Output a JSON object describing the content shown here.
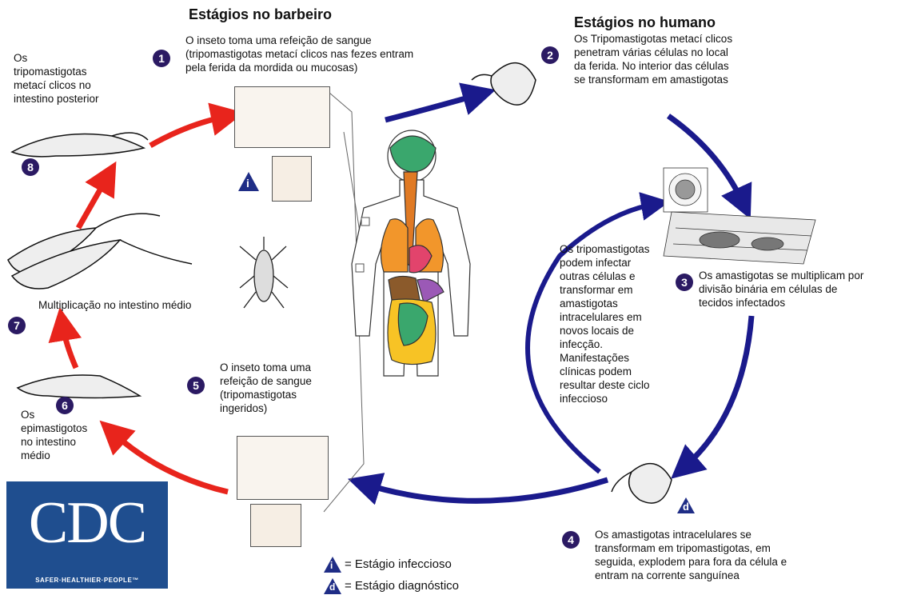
{
  "titles": {
    "vector": "Estágios no barbeiro",
    "human": "Estágios no humano"
  },
  "stages": [
    {
      "number": "1",
      "text": "O inseto toma uma refeição de sangue\n(tripomastigotas metací clicos nas fezes entram\npela ferida da mordida ou mucosas)"
    },
    {
      "number": "2",
      "text": "Os Tripomastigotas metací clicos\npenetram várias células no local\nda ferida. No interior das células\nse transformam em amastigotas"
    },
    {
      "number": "3",
      "text": "Os amastigotas se multiplicam por\ndivisão binária em células de\ntecidos infectados"
    },
    {
      "number": "4",
      "text": "Os amastigotas intracelulares se\ntransformam em tripomastigotas, em\nseguida, explodem para fora da célula e\nentram na corrente sanguínea"
    },
    {
      "number": "5",
      "text": "O inseto toma uma\nrefeição de sangue\n(tripomastigotas\ningeridos)"
    },
    {
      "number": "6",
      "text": "Os\nepimastigotos\nno intestino\nmédio"
    },
    {
      "number": "7",
      "text": "Multiplicação no intestino médio"
    },
    {
      "number": "8",
      "text": "Os\ntripomastigotas\nmetací clicos no\nintestino posterior"
    }
  ],
  "reinfection_note": "Os tripomastigotas\npodem infectar\noutras células e\ntransformar em\namastigotas\nintracelulares em\nnovos locais de\ninfecção.\nManifestações\nclínicas podem\nresultar deste ciclo\ninfeccioso",
  "markers": {
    "infective": "i",
    "diagnostic": "d"
  },
  "legend": {
    "infective_label": "= Estágio infeccioso",
    "diagnostic_label": "= Estágio diagnóstico"
  },
  "logo": {
    "letters": "CDC",
    "tagline": "SAFER·HEALTHIER·PEOPLE™"
  },
  "colors": {
    "human_cycle": "#1a1a8c",
    "vector_cycle": "#e8241c",
    "marker": "#1f2d86"
  }
}
